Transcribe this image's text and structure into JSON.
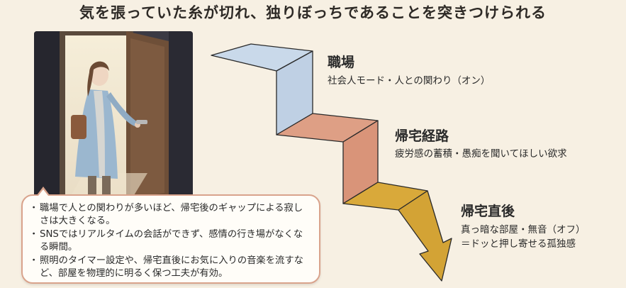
{
  "title": "気を張っていた糸が切れ、独りぼっちであることを突きつけられる",
  "steps": [
    {
      "title": "職場",
      "desc": [
        "社会人モード・人との関わり（オン）"
      ],
      "color": "#c9d9ea"
    },
    {
      "title": "帰宅経路",
      "desc": [
        "疲労感の蓄積・愚痴を聞いてほしい欲求"
      ],
      "color": "#de9f85"
    },
    {
      "title": "帰宅直後",
      "desc": [
        "真っ暗な部屋・無音（オフ）",
        "＝ドッと押し寄せる孤独感"
      ],
      "color": "#d9a93a"
    }
  ],
  "notes": [
    "職場で人との関わりが多いほど、帰宅後のギャップによる寂しさは大きくなる。",
    "SNSではリアルタイムの会話ができず、感情の行き場がなくなる瞬間。",
    "照明のタイマー設定や、帰宅直後にお気に入りの音楽を流すなど、部屋を物理的に明るく保つ工夫が有効。"
  ]
}
